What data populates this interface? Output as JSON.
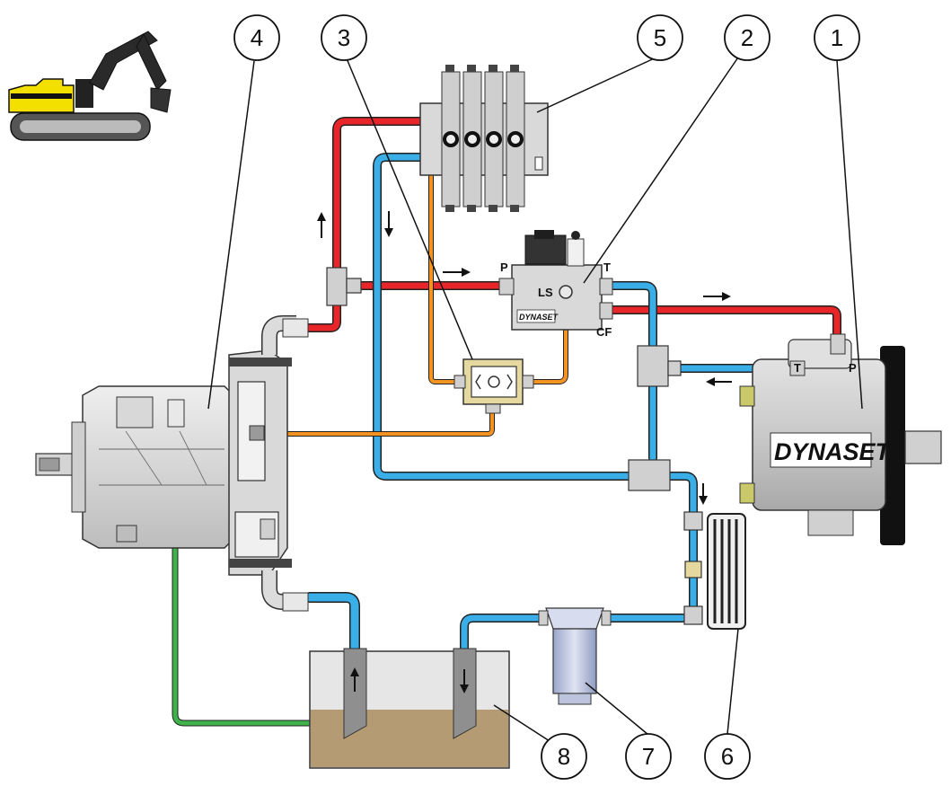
{
  "diagram": {
    "callouts": [
      {
        "id": "1",
        "label": "1"
      },
      {
        "id": "2",
        "label": "2"
      },
      {
        "id": "3",
        "label": "3"
      },
      {
        "id": "4",
        "label": "4"
      },
      {
        "id": "5",
        "label": "5"
      },
      {
        "id": "6",
        "label": "6"
      },
      {
        "id": "7",
        "label": "7"
      },
      {
        "id": "8",
        "label": "8"
      }
    ],
    "ports": {
      "valve_p": "P",
      "valve_t": "T",
      "valve_ls": "LS",
      "valve_cf": "CF",
      "generator_t": "T",
      "generator_p": "P"
    },
    "brand_valve": "DYNASET",
    "brand_generator": "DYNASET",
    "colors": {
      "pressure_line": "#e8262a",
      "return_line": "#3aaee6",
      "load_sense_line": "#f39322",
      "drain_line": "#3fb24a",
      "oil": "#b59b74",
      "tank": "#e6e6e6"
    }
  }
}
